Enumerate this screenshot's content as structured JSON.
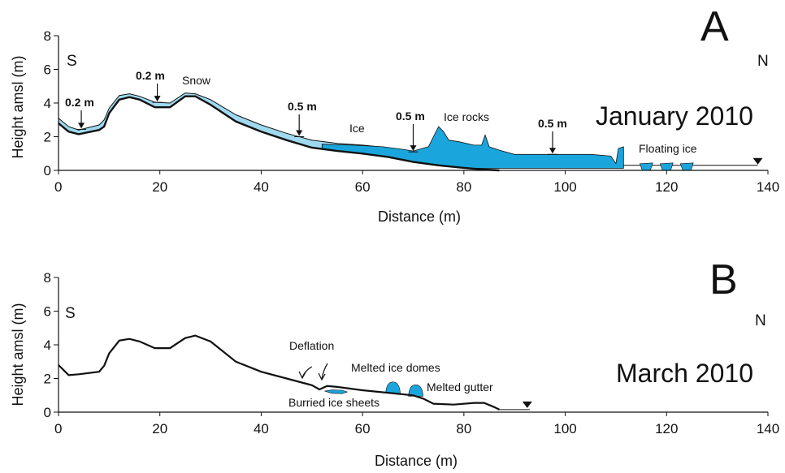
{
  "chart_data": [
    {
      "type": "area",
      "panel_letter": "A",
      "date_label": "January 2010",
      "direction_left": "S",
      "direction_right": "N",
      "xlabel": "Distance (m)",
      "ylabel": "Height  amsl (m)",
      "xlim": [
        0,
        140
      ],
      "ylim": [
        0,
        8
      ],
      "xticks": [
        0,
        20,
        40,
        60,
        80,
        100,
        120,
        140
      ],
      "yticks": [
        0,
        2,
        4,
        6,
        8
      ],
      "colors": {
        "snow": "#9fd9ef",
        "ice": "#1aa6dc",
        "ground": "#111111"
      },
      "series": [
        {
          "name": "Ground",
          "x": [
            0,
            2,
            4,
            8,
            9,
            10,
            12,
            14,
            16,
            19,
            22,
            25,
            27,
            30,
            35,
            40,
            45,
            50,
            55,
            60,
            65,
            70,
            75,
            80,
            84,
            87
          ],
          "y": [
            2.8,
            2.3,
            2.15,
            2.4,
            2.6,
            3.4,
            4.2,
            4.35,
            4.2,
            3.75,
            3.75,
            4.4,
            4.4,
            3.9,
            2.9,
            2.3,
            1.8,
            1.35,
            1.15,
            1.0,
            0.8,
            0.5,
            0.3,
            0.15,
            0.05,
            0.0
          ]
        },
        {
          "name": "Snow surface",
          "x": [
            0,
            2,
            4,
            8,
            9,
            10,
            12,
            14,
            16,
            19,
            22,
            25,
            27,
            30,
            35,
            40,
            45,
            50,
            55,
            60,
            65,
            70
          ],
          "y": [
            3.1,
            2.6,
            2.4,
            2.7,
            3.0,
            3.7,
            4.45,
            4.55,
            4.4,
            4.05,
            4.0,
            4.6,
            4.55,
            4.2,
            3.3,
            2.7,
            2.2,
            1.8,
            1.6,
            1.5,
            1.35,
            1.1
          ]
        },
        {
          "name": "Ice surface",
          "x": [
            52,
            58,
            64,
            68,
            70,
            73,
            74,
            75,
            76,
            77,
            79,
            82,
            83.5,
            84.2,
            85,
            87,
            90,
            95,
            100,
            105,
            109,
            110,
            110.5,
            111.5
          ],
          "y": [
            1.55,
            1.5,
            1.4,
            1.25,
            1.15,
            1.4,
            2.0,
            2.6,
            2.3,
            1.8,
            1.7,
            1.5,
            1.5,
            2.1,
            1.4,
            1.2,
            0.95,
            0.95,
            0.95,
            0.95,
            0.85,
            0.4,
            1.3,
            1.4
          ]
        }
      ],
      "annotations": [
        {
          "text": "0.2 m",
          "x": 4.5
        },
        {
          "text": "0.2 m",
          "x": 19.5
        },
        {
          "text": "Snow",
          "x": 28
        },
        {
          "text": "0.5 m",
          "x": 47.5
        },
        {
          "text": "Ice",
          "x": 60
        },
        {
          "text": "0.5 m",
          "x": 70
        },
        {
          "text": "Ice rocks",
          "x": 84
        },
        {
          "text": "0.5 m",
          "x": 97.5
        },
        {
          "text": "Floating ice",
          "x": 125
        }
      ],
      "water_level_x": [
        111.5,
        138
      ],
      "floating_ice_x": [
        116,
        120,
        124
      ]
    },
    {
      "type": "line",
      "panel_letter": "B",
      "date_label": "March 2010",
      "direction_left": "S",
      "direction_right": "N",
      "xlabel": "Distance (m)",
      "ylabel": "Height  amsl (m)",
      "xlim": [
        0,
        140
      ],
      "ylim": [
        0,
        8
      ],
      "xticks": [
        0,
        20,
        40,
        60,
        80,
        100,
        120,
        140
      ],
      "yticks": [
        0,
        2,
        4,
        6,
        8
      ],
      "series": [
        {
          "name": "Ground",
          "x": [
            0,
            2,
            4,
            8,
            9,
            10,
            12,
            14,
            16,
            19,
            22,
            25,
            27,
            30,
            35,
            40,
            45,
            50,
            51.5,
            53,
            55,
            60,
            65,
            70,
            72,
            74,
            78,
            82,
            84,
            86,
            87
          ],
          "y": [
            2.8,
            2.2,
            2.25,
            2.4,
            2.75,
            3.5,
            4.25,
            4.35,
            4.2,
            3.8,
            3.8,
            4.4,
            4.55,
            4.2,
            3.0,
            2.4,
            2.0,
            1.6,
            1.35,
            1.55,
            1.5,
            1.3,
            1.15,
            1.0,
            0.8,
            0.5,
            0.45,
            0.55,
            0.55,
            0.3,
            0.15
          ]
        }
      ],
      "annotations": [
        {
          "text": "Deflation",
          "x": 51
        },
        {
          "text": "Melted ice domes",
          "x": 66
        },
        {
          "text": "Melted gutter",
          "x": 79
        },
        {
          "text": "Burried ice sheets",
          "x": 59
        }
      ],
      "ice_domes_x": [
        66,
        70.5
      ],
      "water_level_x": [
        87,
        93
      ]
    }
  ]
}
